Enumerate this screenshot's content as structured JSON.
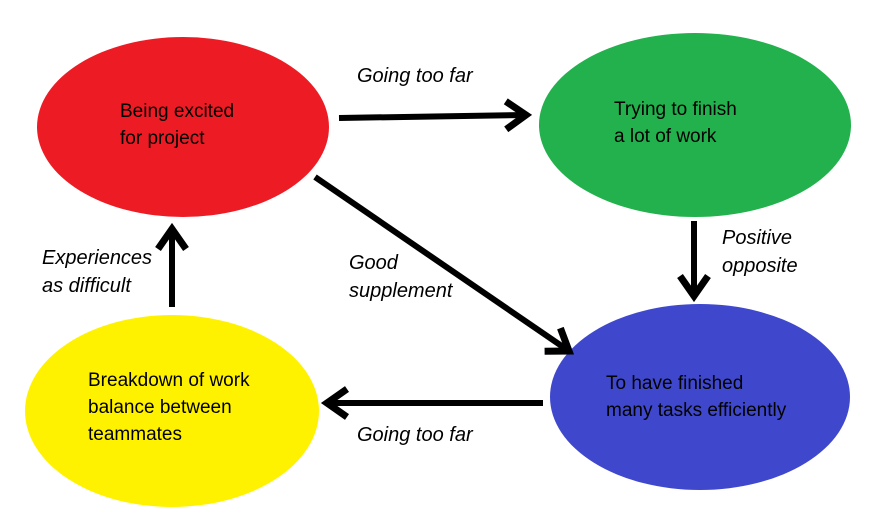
{
  "diagram": {
    "background_color": "#ffffff",
    "arrow_color": "#000000",
    "text_color": "#000000",
    "nodes": [
      {
        "id": "excited",
        "label": "Being excited\nfor project",
        "color": "#ed1c24",
        "shape": "ellipse"
      },
      {
        "id": "trying-finish",
        "label": "Trying to finish\na lot of work",
        "color": "#22b14c",
        "shape": "ellipse"
      },
      {
        "id": "breakdown",
        "label": "Breakdown of work\nbalance between\nteammates",
        "color": "#fff200",
        "shape": "ellipse"
      },
      {
        "id": "finished-tasks",
        "label": "To have finished\nmany tasks efficiently",
        "color": "#3f48cc",
        "shape": "ellipse"
      }
    ],
    "edges": [
      {
        "from": "excited",
        "to": "trying-finish",
        "label": "Going too far"
      },
      {
        "from": "trying-finish",
        "to": "finished-tasks",
        "label": "Positive\nopposite"
      },
      {
        "from": "excited",
        "to": "finished-tasks",
        "label": "Good\nsupplement"
      },
      {
        "from": "finished-tasks",
        "to": "breakdown",
        "label": "Going too far"
      },
      {
        "from": "breakdown",
        "to": "excited",
        "label": "Experiences\nas difficult"
      }
    ]
  }
}
